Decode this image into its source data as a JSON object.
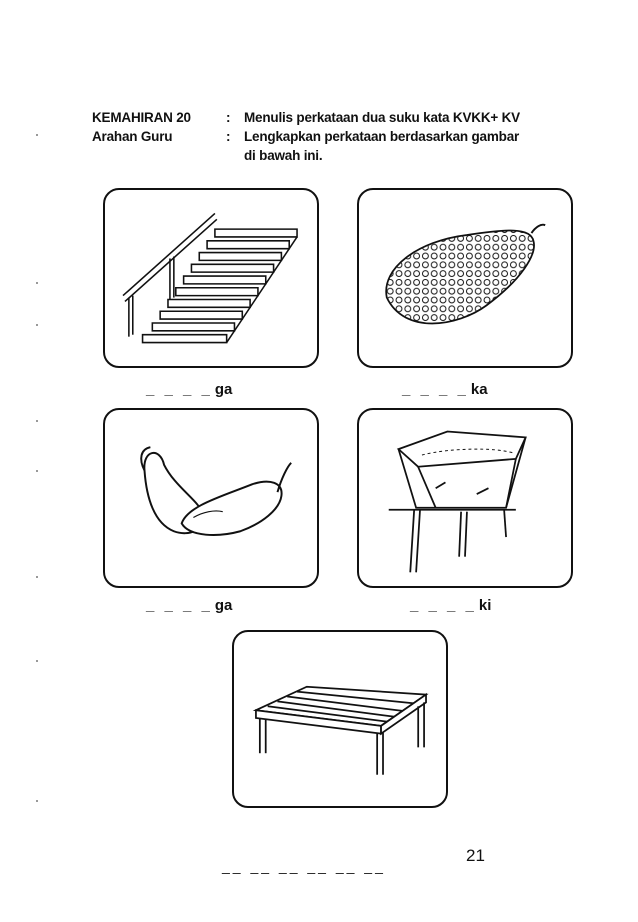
{
  "header": {
    "skill_label": "KEMAHIRAN 20",
    "skill_text": "Menulis perkataan dua suku kata  KVKK+ KV",
    "instruction_label": "Arahan Guru",
    "instruction_text": "Lengkapkan perkataan berdasarkan gambar",
    "instruction_text_2": "di bawah ini.",
    "colon": ":"
  },
  "items": [
    {
      "icon": "staircase-icon",
      "blank": "_ _ _ _",
      "suffix": "ga"
    },
    {
      "icon": "jackfruit-icon",
      "blank": "_ _ _ _",
      "suffix": "ka"
    },
    {
      "icon": "beans-icon",
      "blank": "_ _ _ _",
      "suffix": "ga"
    },
    {
      "icon": "water-tank-icon",
      "blank": "_ _ _ _",
      "suffix": "ki"
    },
    {
      "icon": "bench-icon"
    }
  ],
  "bottom_blank": "__ __ __ __ __ __",
  "page_number": "21"
}
